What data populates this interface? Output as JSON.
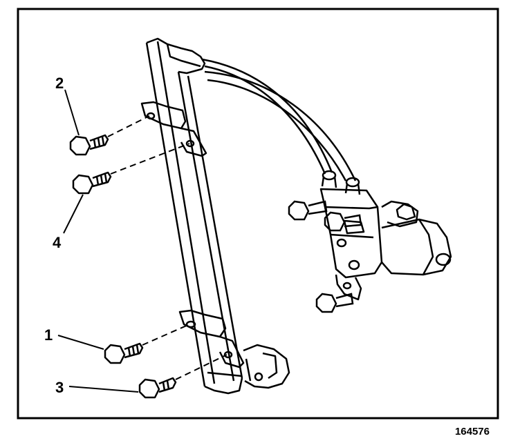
{
  "callouts": [
    "1",
    "2",
    "3",
    "4"
  ],
  "figure_id": "164576",
  "colors": {
    "line": "#000000",
    "background": "#ffffff"
  }
}
